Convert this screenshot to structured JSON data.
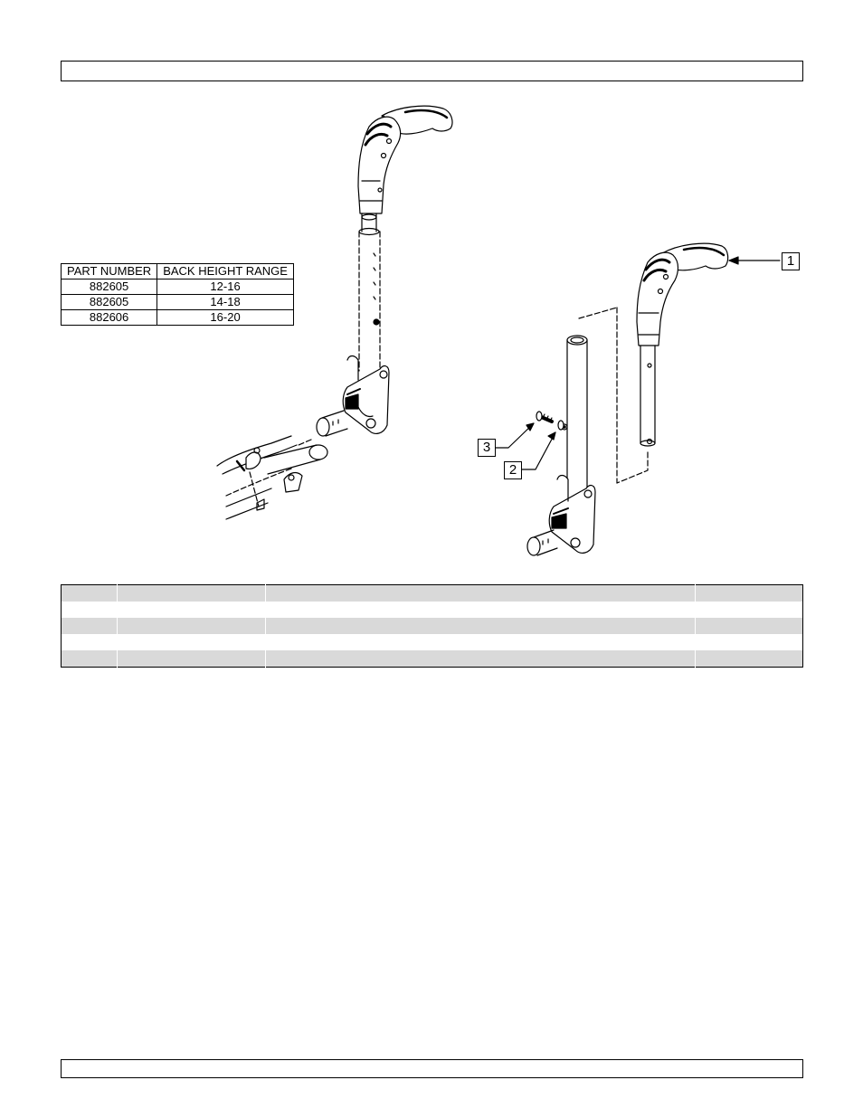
{
  "range_table": {
    "headers": [
      "PART NUMBER",
      "BACK HEIGHT RANGE"
    ],
    "rows": [
      [
        "882605",
        "12-16"
      ],
      [
        "882605",
        "14-18"
      ],
      [
        "882606",
        "16-20"
      ]
    ]
  },
  "callouts": [
    "1",
    "2",
    "3"
  ]
}
